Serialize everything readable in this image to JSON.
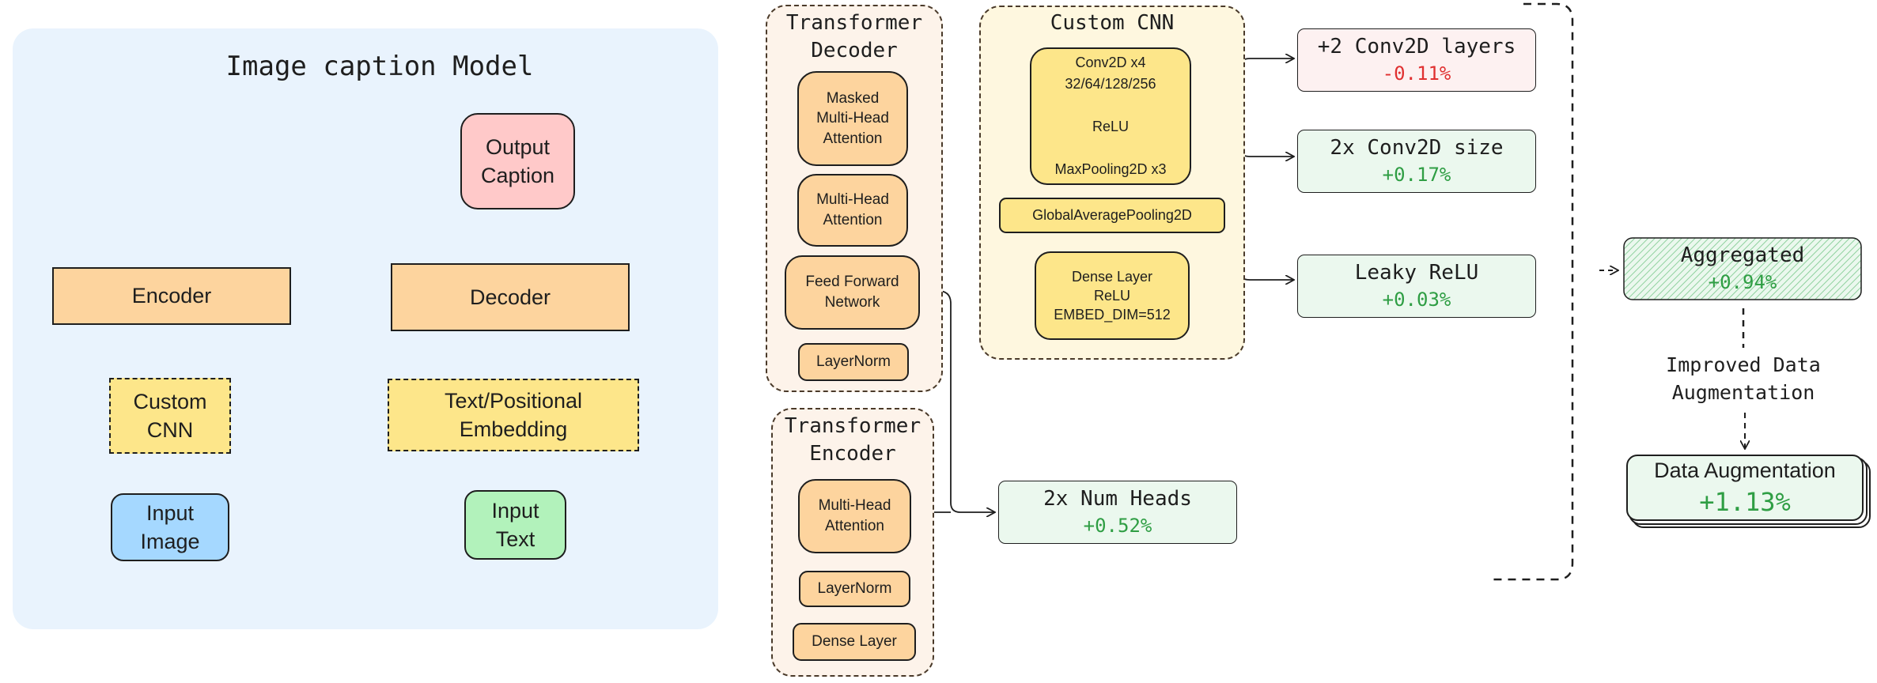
{
  "model": {
    "title": "Image caption Model",
    "nodes": {
      "output_caption": "Output\nCaption",
      "encoder": "Encoder",
      "decoder": "Decoder",
      "custom_cnn": "Custom\nCNN",
      "text_embedding": "Text/Positional\nEmbedding",
      "input_image": "Input\nImage",
      "input_text": "Input\nText"
    }
  },
  "transformer_decoder": {
    "title": "Transformer\nDecoder",
    "layers": [
      "Masked\nMulti-Head\nAttention",
      "Multi-Head\nAttention",
      "Feed Forward\nNetwork",
      "LayerNorm"
    ]
  },
  "transformer_encoder": {
    "title": "Transformer\nEncoder",
    "layers": [
      "Multi-Head\nAttention",
      "LayerNorm",
      "Dense Layer"
    ]
  },
  "custom_cnn": {
    "title": "Custom CNN",
    "conv_block": "Conv2D x4\n32/64/128/256\n\nReLU\n\nMaxPooling2D x3",
    "pooling": "GlobalAveragePooling2D",
    "dense_block": "Dense Layer\nReLU\nEMBED_DIM=512"
  },
  "experiments": [
    {
      "label": "+2 Conv2D layers",
      "value": "-0.11%",
      "sign": "negative"
    },
    {
      "label": "2x Conv2D size",
      "value": "+0.17%",
      "sign": "positive"
    },
    {
      "label": "Leaky ReLU",
      "value": "+0.03%",
      "sign": "positive"
    },
    {
      "label": "2x Num Heads",
      "value": "+0.52%",
      "sign": "positive"
    }
  ],
  "aggregated": {
    "label": "Aggregated",
    "value": "+0.94%"
  },
  "improvement_label": "Improved Data\nAugmentation",
  "data_augmentation": {
    "label": "Data Augmentation",
    "value": "+1.13%"
  },
  "colors": {
    "panel": "#e9f3fd",
    "orange": "#fdd49e",
    "yellow": "#fde68a",
    "blue": "#a5d8ff",
    "green": "#b2f2bb",
    "pink": "#ffc9c9",
    "positive": "#2f9e44",
    "negative": "#e03131"
  }
}
